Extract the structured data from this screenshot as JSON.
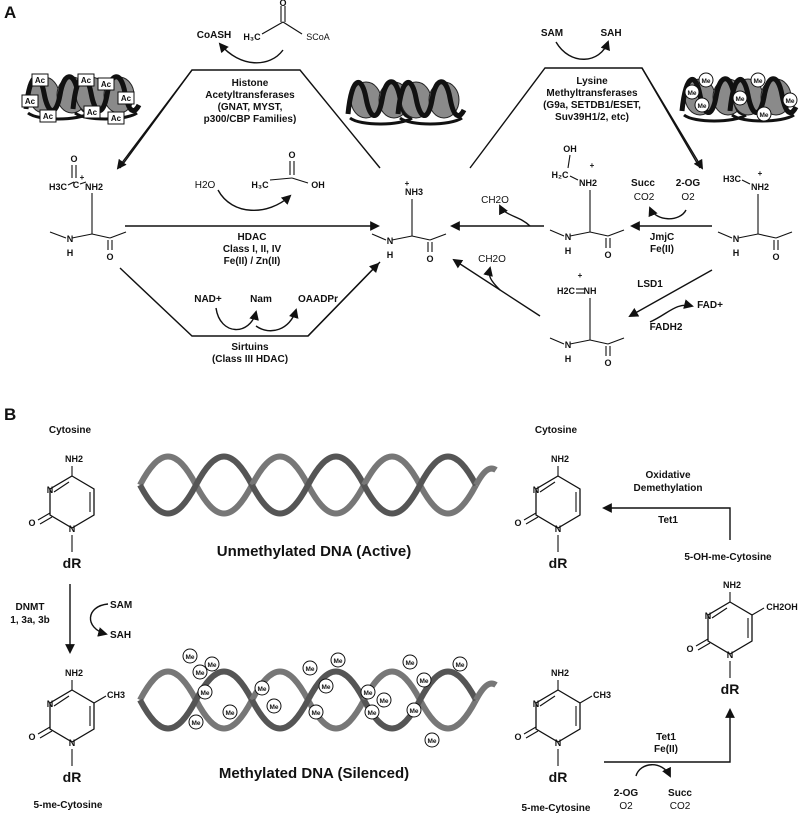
{
  "panelA": {
    "label": "A",
    "hat": {
      "coash": "CoASH",
      "acetylcoa": "SCoA",
      "title": "Histone",
      "line2": "Acetyltransferases",
      "line3": "(GNAT, MYST,",
      "line4": "p300/CBP Families)",
      "mark": "Ac"
    },
    "kmt": {
      "sam": "SAM",
      "sah": "SAH",
      "title": "Lysine",
      "line2": "Methyltransferases",
      "line3": "(G9a, SETDB1/ESET,",
      "line4": "Suv39H1/2, etc)",
      "mark": "Me"
    },
    "hdac": {
      "water": "H2O",
      "line1": "HDAC",
      "line2": "Class I, II, IV",
      "line3": "Fe(II) / Zn(II)"
    },
    "sirt": {
      "nad": "NAD+",
      "nam": "Nam",
      "oaadpr": "OAADPr",
      "line1": "Sirtuins",
      "line2": "(Class III HDAC)"
    },
    "jmjc": {
      "succ": "Succ",
      "co2": "CO2",
      "og": "2-OG",
      "o2": "O2",
      "line1": "JmjC",
      "line2": "Fe(II)",
      "ch2o": "CH2O"
    },
    "lsd1": {
      "name": "LSD1",
      "fad": "FAD+",
      "fadh2": "FADH2",
      "ch2o": "CH2O"
    },
    "atoms": {
      "n": "N",
      "h": "H",
      "o": "O",
      "nh2": "NH2",
      "nh3": "NH3",
      "h3c": "H3C",
      "oh": "OH",
      "plus": "+",
      "h2c": "H2C"
    }
  },
  "panelB": {
    "label": "B",
    "cytosine": "Cytosine",
    "cytosine_right": "Cytosine",
    "me_cytosine": "5-me-Cytosine",
    "me_cytosine_right": "5-me-Cytosine",
    "oh_me_cytosine": "5-OH-me-Cytosine",
    "unmethylated": "Unmethylated DNA (Active)",
    "methylated": "Methylated DNA (Silenced)",
    "dnmt": {
      "line1": "DNMT",
      "line2": "1, 3a, 3b",
      "sam": "SAM",
      "sah": "SAH"
    },
    "oxidative": {
      "line1": "Oxidative",
      "line2": "Demethylation",
      "enzyme": "Tet1"
    },
    "tet": {
      "line1": "Tet1",
      "line2": "Fe(II)",
      "og": "2-OG",
      "o2": "O2",
      "succ": "Succ",
      "co2": "CO2"
    },
    "dr": "dR",
    "nh2": "NH2",
    "n": "N",
    "o": "O",
    "ch3": "CH3",
    "ch2oh": "CH2OH",
    "me": "Me"
  }
}
